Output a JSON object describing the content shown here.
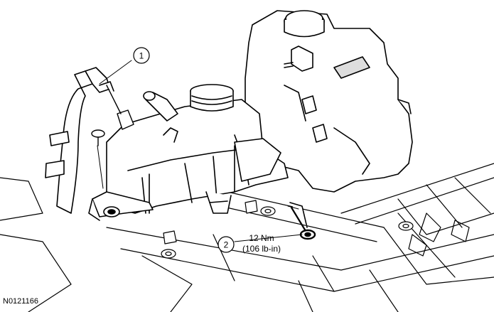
{
  "figure_id": "N0121166",
  "callouts": [
    {
      "number": "1"
    },
    {
      "number": "2",
      "torque_nm": "12 Nm",
      "torque_lbin": "(106 lb-in)"
    }
  ]
}
